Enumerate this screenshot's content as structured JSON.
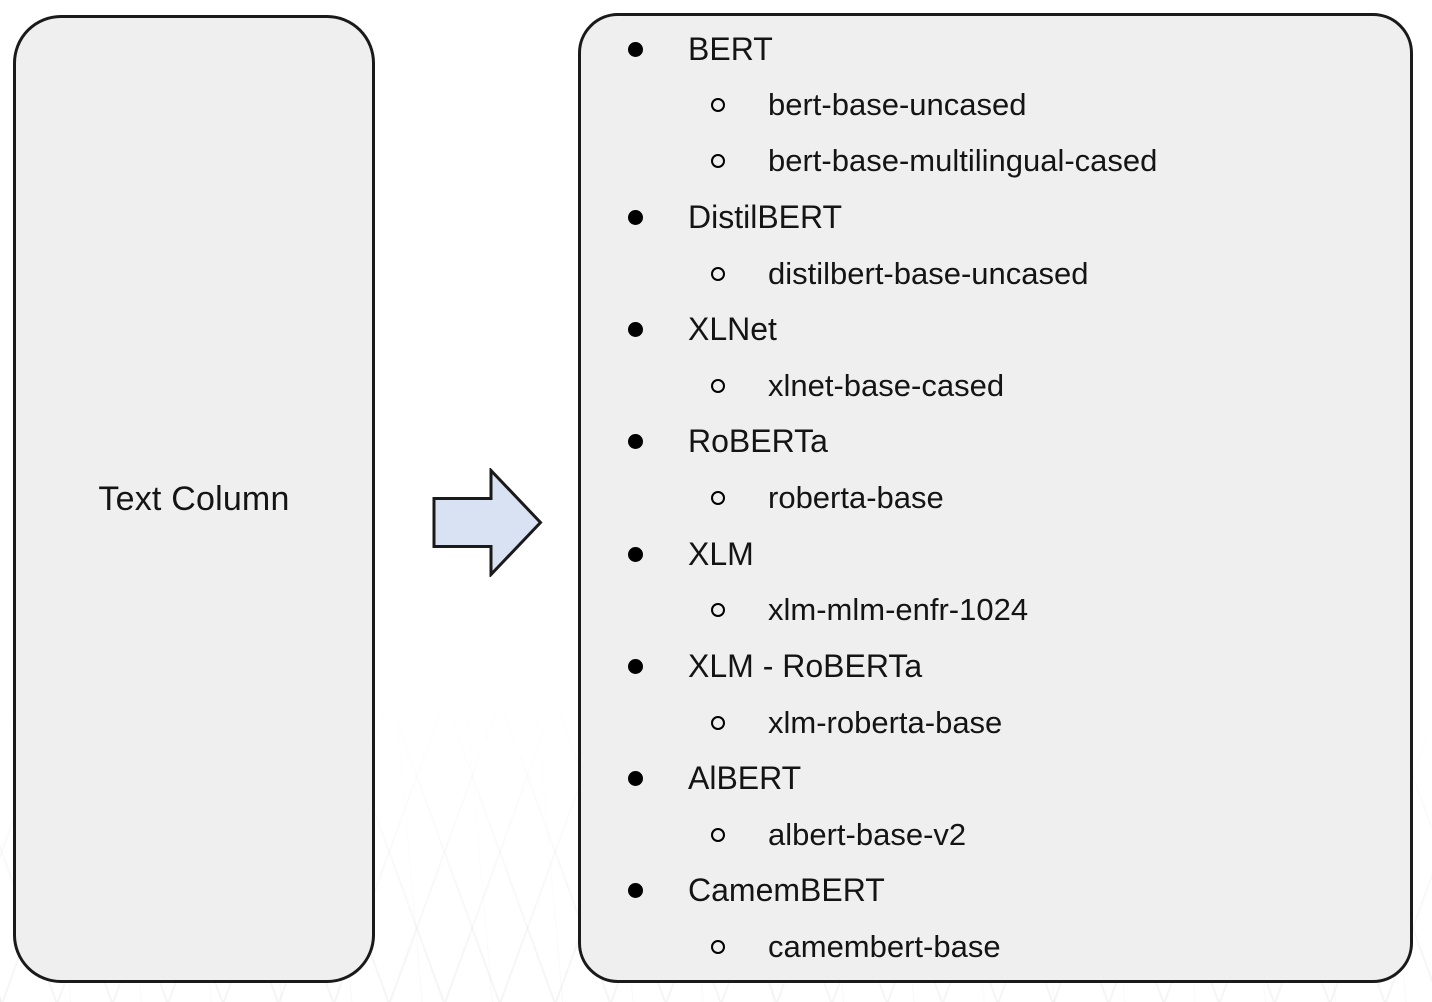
{
  "diagram": {
    "left_box": {
      "label": "Text Column"
    },
    "arrow": {
      "direction": "right"
    },
    "right_box": {
      "items": [
        {
          "level": 1,
          "text": "BERT"
        },
        {
          "level": 2,
          "text": "bert-base-uncased"
        },
        {
          "level": 2,
          "text": "bert-base-multilingual-cased"
        },
        {
          "level": 1,
          "text": "DistilBERT"
        },
        {
          "level": 2,
          "text": "distilbert-base-uncased"
        },
        {
          "level": 1,
          "text": "XLNet"
        },
        {
          "level": 2,
          "text": "xlnet-base-cased"
        },
        {
          "level": 1,
          "text": "RoBERTa"
        },
        {
          "level": 2,
          "text": "roberta-base"
        },
        {
          "level": 1,
          "text": "XLM"
        },
        {
          "level": 2,
          "text": "xlm-mlm-enfr-1024"
        },
        {
          "level": 1,
          "text": "XLM - RoBERTa"
        },
        {
          "level": 2,
          "text": "xlm-roberta-base"
        },
        {
          "level": 1,
          "text": "AlBERT"
        },
        {
          "level": 2,
          "text": "albert-base-v2"
        },
        {
          "level": 1,
          "text": "CamemBERT"
        },
        {
          "level": 2,
          "text": "camembert-base"
        }
      ]
    }
  },
  "colors": {
    "box_fill": "#efefef",
    "box_border": "#1a1a1a",
    "arrow_fill": "#d9e2f3",
    "arrow_border": "#1a1a1a",
    "text_color": "#141414",
    "background": "#ffffff"
  }
}
